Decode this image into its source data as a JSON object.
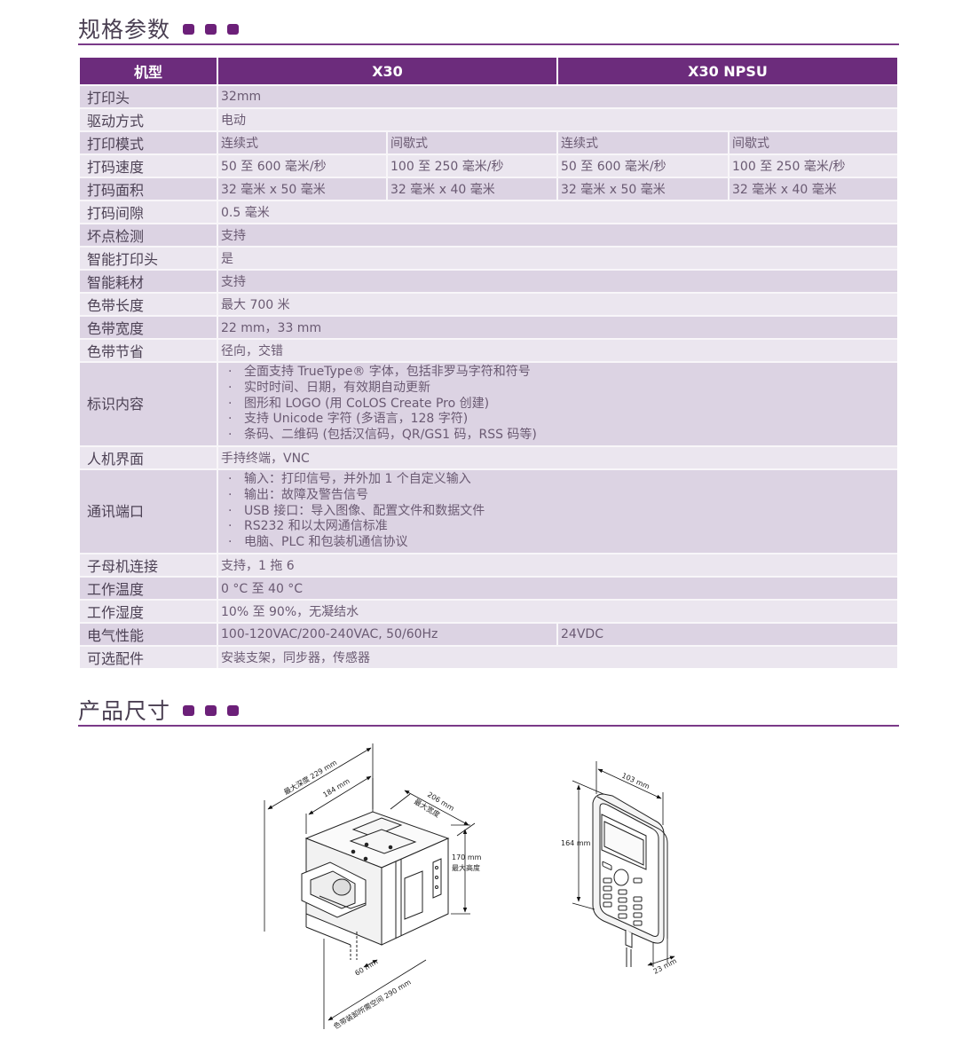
{
  "spec_section": {
    "title": "规格参数",
    "table": {
      "headers": [
        "机型",
        "X30",
        "X30 NPSU"
      ],
      "rows": [
        {
          "label": "打印头",
          "value": "32mm"
        },
        {
          "label": "驱动方式",
          "value": "电动"
        },
        {
          "label": "打印模式",
          "cells": [
            "连续式",
            "间歇式",
            "连续式",
            "间歇式"
          ]
        },
        {
          "label": "打码速度",
          "cells": [
            "50 至 600 毫米/秒",
            "100 至 250 毫米/秒",
            "50 至 600 毫米/秒",
            "100 至 250 毫米/秒"
          ]
        },
        {
          "label": "打码面积",
          "cells": [
            "32 毫米 x 50 毫米",
            "32 毫米 x 40 毫米",
            "32 毫米 x 50 毫米",
            "32 毫米 x 40 毫米"
          ]
        },
        {
          "label": "打码间隙",
          "value": "0.5 毫米"
        },
        {
          "label": "坏点检测",
          "value": "支持"
        },
        {
          "label": "智能打印头",
          "value": "是"
        },
        {
          "label": "智能耗材",
          "value": "支持"
        },
        {
          "label": "色带长度",
          "value": "最大 700 米"
        },
        {
          "label": "色带宽度",
          "value": "22 mm，33 mm"
        },
        {
          "label": "色带节省",
          "value": "径向，交错"
        },
        {
          "label": "标识内容",
          "items": [
            "全面支持 TrueType® 字体，包括非罗马字符和符号",
            "实时时间、日期，有效期自动更新",
            "图形和 LOGO (用 CoLOS Create Pro 创建)",
            "支持 Unicode 字符 (多语言，128 字符)",
            "条码、二维码 (包括汉信码，QR/GS1 码，RSS 码等)"
          ]
        },
        {
          "label": "人机界面",
          "value": "手持终端，VNC"
        },
        {
          "label": "通讯端口",
          "items": [
            "输入：打印信号，并外加 1 个自定义输入",
            "输出：故障及警告信号",
            "USB 接口：导入图像、配置文件和数据文件",
            "RS232 和以太网通信标准",
            "电脑、PLC 和包装机通信协议"
          ]
        },
        {
          "label": "子母机连接",
          "value": "支持，1 拖 6"
        },
        {
          "label": "工作温度",
          "value": "0 °C 至 40 °C"
        },
        {
          "label": "工作湿度",
          "value": "10% 至 90%，无凝结水"
        },
        {
          "label": "电气性能",
          "cells2": [
            "100-120VAC/200-240VAC, 50/60Hz",
            "24VDC"
          ]
        },
        {
          "label": "可选配件",
          "value": "安装支架，同步器，传感器"
        }
      ]
    }
  },
  "dimension_section": {
    "title": "产品尺寸",
    "printer": {
      "max_depth": "最大深度  229  mm",
      "depth": "184 mm",
      "width": "206 mm",
      "width_label": "最大宽度",
      "height": "170 mm",
      "height_label": "最大高度",
      "clearance": "60 mm",
      "ribbon_space": "色带装卸所需空间 290 mm"
    },
    "terminal": {
      "width": "103 mm",
      "height": "164 mm",
      "depth": "23 mm"
    }
  },
  "colors": {
    "accent": "#6c2c7c",
    "row_dark": "#dcd3e3",
    "row_light": "#ebe6ef"
  }
}
